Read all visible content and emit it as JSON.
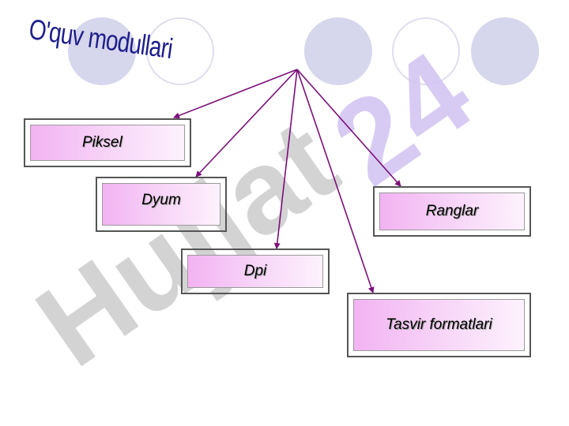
{
  "title": "O'quv modullari",
  "watermark": "Hujjat24",
  "nodes": [
    {
      "id": "piksel",
      "label": "Piksel"
    },
    {
      "id": "dyum",
      "label": "Dyum"
    },
    {
      "id": "dpi",
      "label": "Dpi"
    },
    {
      "id": "ranglar",
      "label": "Ranglar"
    },
    {
      "id": "tasvir",
      "label": "Tasvir formatlari"
    }
  ],
  "colors": {
    "arrow": "#7a0f7a",
    "title": "#1e1e8c",
    "box_gradient_start": "#f2b3f2",
    "watermark": "#c8c8c8",
    "watermark_accent": "#d4c6f2"
  }
}
